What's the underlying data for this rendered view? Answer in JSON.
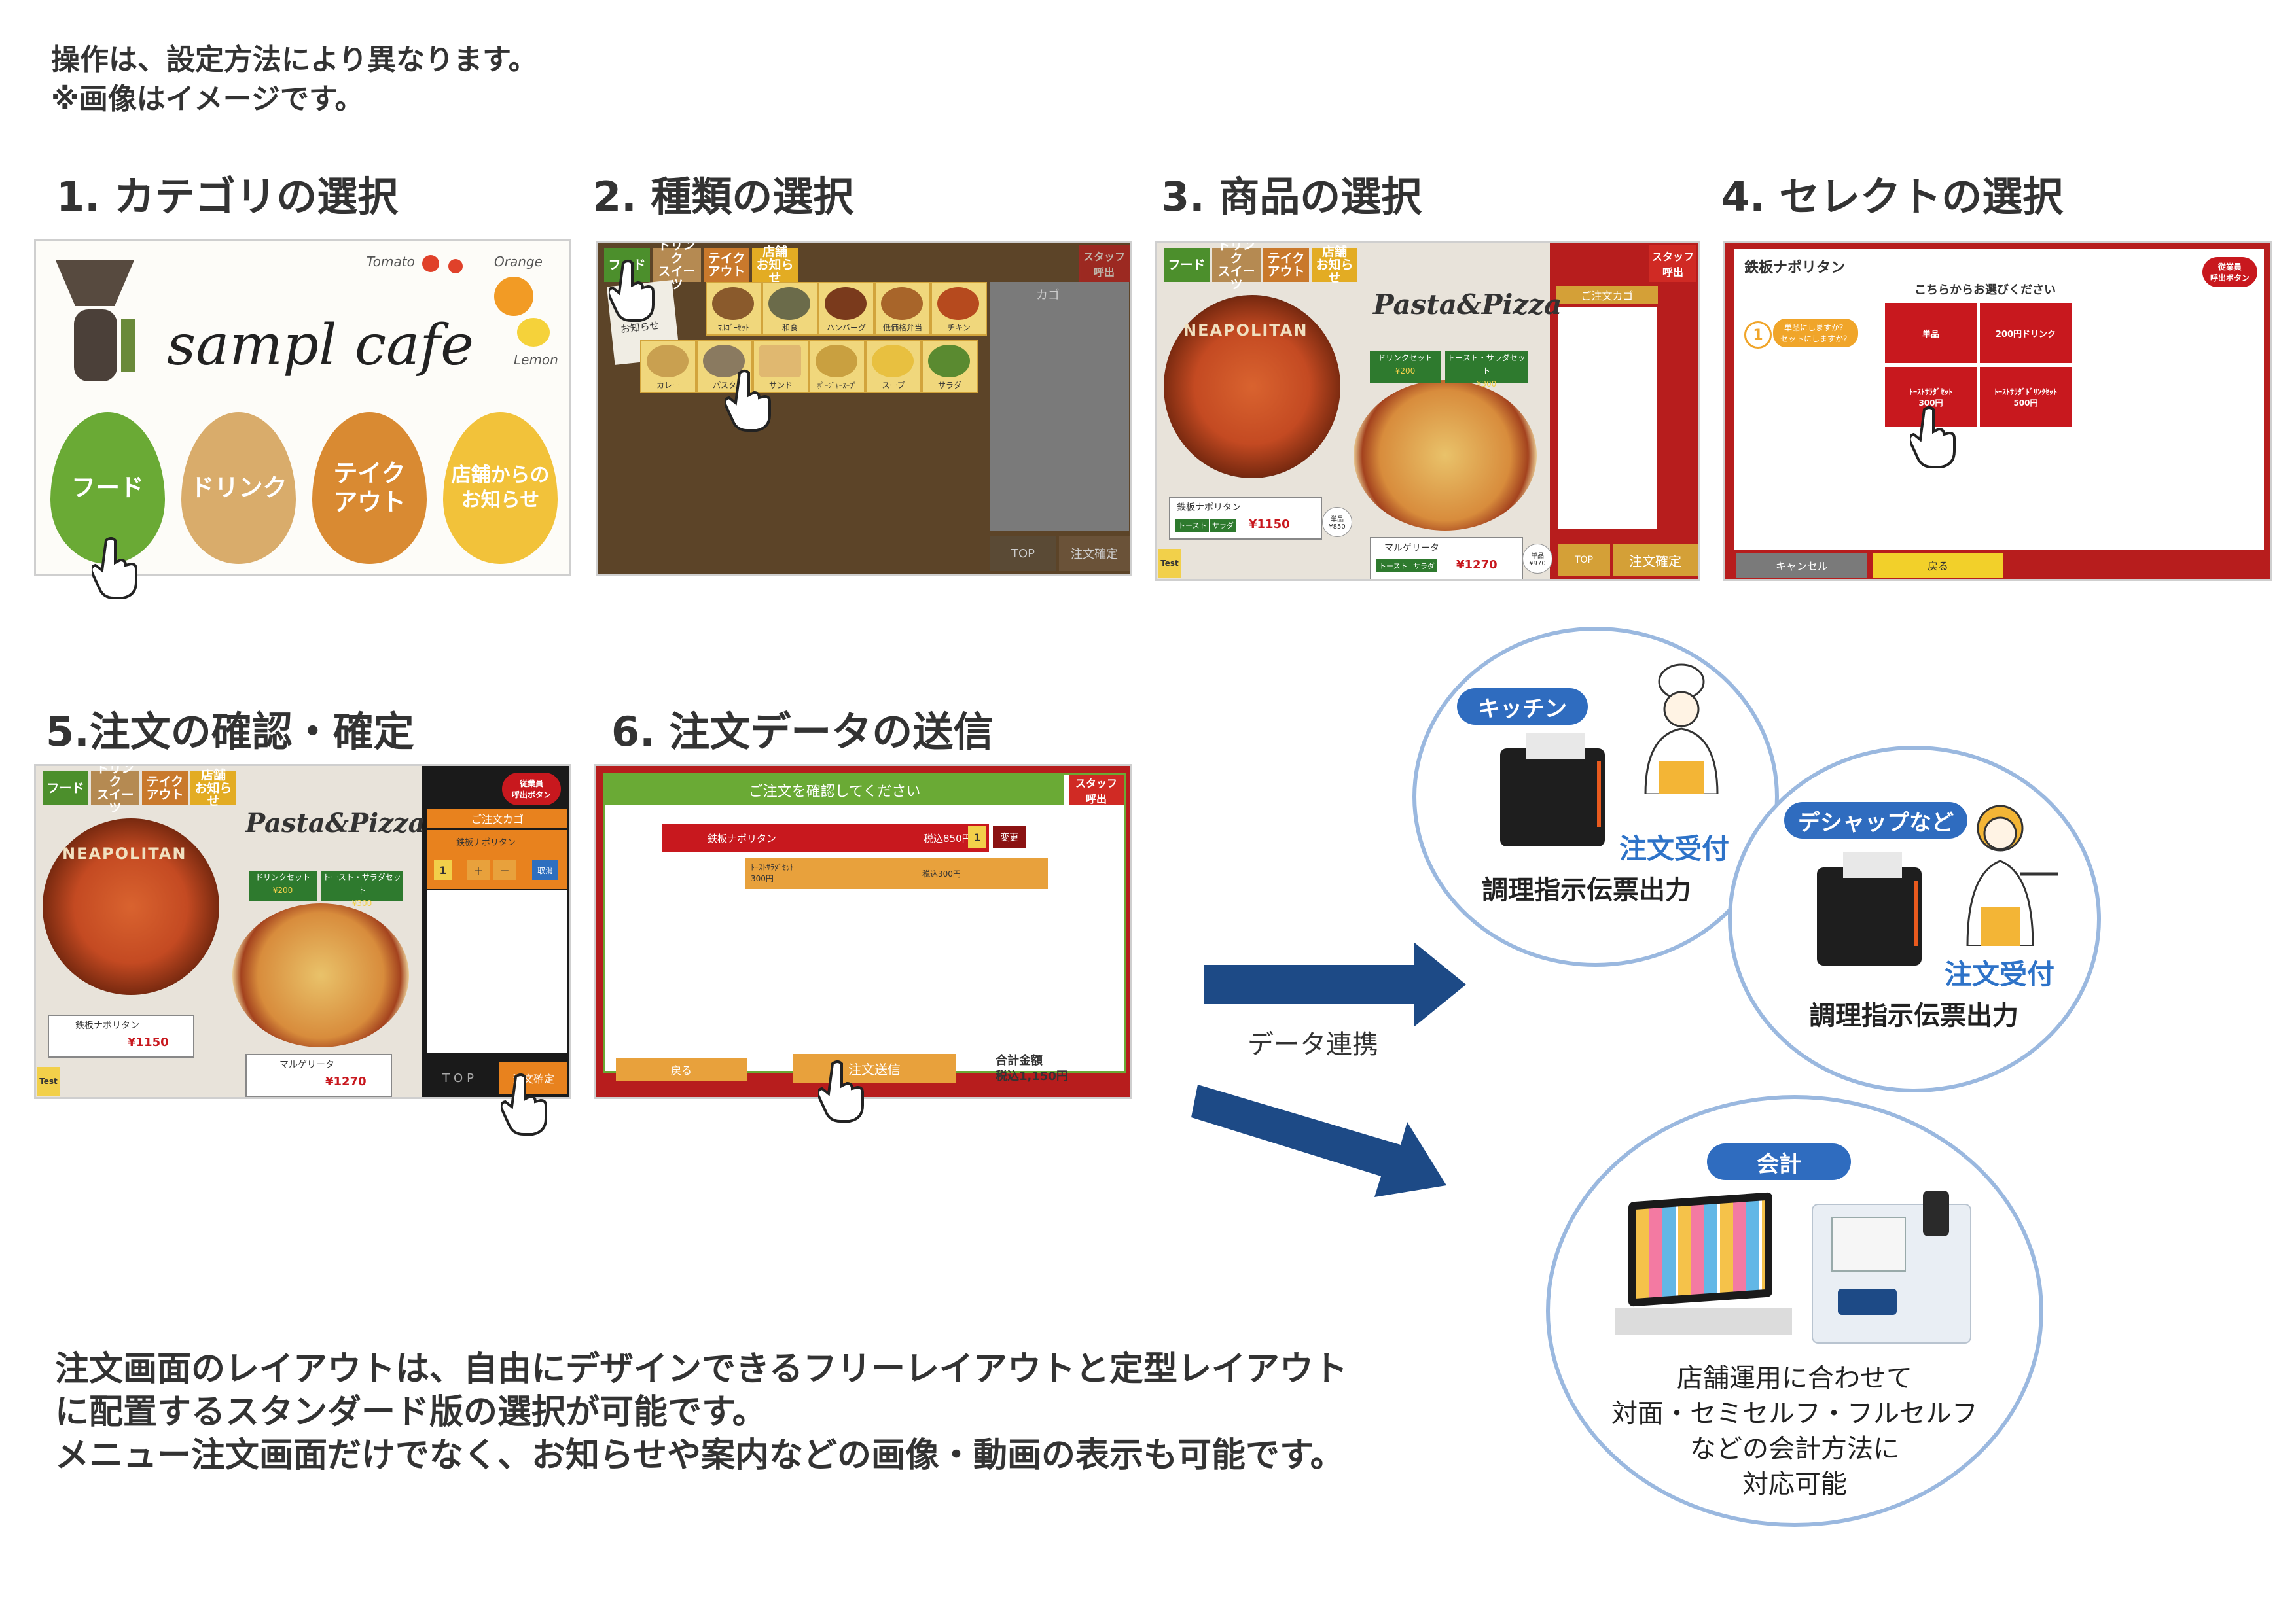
{
  "notes": [
    "操作は、設定方法により異なります。",
    "※画像はイメージです。"
  ],
  "steps": {
    "s1": "1. カテゴリの選択",
    "s2": "2. 種類の選択",
    "s3": "3. 商品の選択",
    "s4": "4. セレクトの選択",
    "s5": "5.注文の確認・確定",
    "s6": "6. 注文データの送信"
  },
  "screen1": {
    "logo": "sampl cafe",
    "fruits": [
      "Tomato",
      "Orange",
      "Lemon"
    ],
    "eggs": [
      "フード",
      "ドリンク",
      "テイク\nアウト",
      "店舗からの\nお知らせ"
    ]
  },
  "tabs": [
    "フード",
    "ドリンク\nスイーツ",
    "テイク\nアウト",
    "店舗\nお知らせ"
  ],
  "screen2": {
    "staff_call": "スタッフ\n呼出",
    "cart": "カゴ",
    "osusume": "お知らせ",
    "row1": [
      "ﾏﾙｺﾞｰｾｯﾄ",
      "和食",
      "ハンバーグ",
      "低価格弁当",
      "チキン"
    ],
    "row2": [
      "カレー",
      "パスタ",
      "サンド",
      "ﾎﾟｰｼﾞｬｰｽｰﾌﾟ",
      "スープ",
      "サラダ"
    ],
    "top": "TOP",
    "confirm": "注文確定"
  },
  "screen3": {
    "staff_call": "スタッフ\n呼出",
    "cart": "ご注文カゴ",
    "banner": "Pasta&Pizza",
    "plate_text": "NEAPOLITAN",
    "set1": "ドリンクセット",
    "set1_price": "¥200",
    "set2": "トースト・サラダセット",
    "set2_price": "¥300",
    "item1": "鉄板ナポリタン",
    "item1_price": "¥1150",
    "item1_single": "単品 ¥850",
    "item2": "マルゲリータ",
    "item2_price": "¥1270",
    "item2_single": "単品 ¥970",
    "opt1": "トースト",
    "opt2": "サラダ",
    "test": "Test",
    "top": "TOP",
    "confirm": "注文確定"
  },
  "screen4": {
    "title": "鉄板ナポリタン",
    "staff": "従業員\n呼出ボタン",
    "prompt": "こちらからお選びください",
    "question": "単品にしますか？\nセットにしますか？",
    "number": "1",
    "options": [
      "単品",
      "200円ドリンク",
      "ﾄｰｽﾄｻﾗﾀﾞｾｯﾄ\n300円",
      "ﾄｰｽﾄｻﾗﾀﾞﾄﾞﾘﾝｸｾｯﾄ\n500円"
    ],
    "cancel": "キャンセル",
    "back": "戻る"
  },
  "screen5": {
    "staff": "従業員\n呼出ボタン",
    "cart": "ご注文カゴ",
    "cart_item": "鉄板ナポリタン",
    "qty": "1",
    "plus": "＋",
    "minus": "－",
    "delete": "取消",
    "top": "TOP",
    "confirm": "注文確定"
  },
  "screen6": {
    "header": "ご注文を確認してください",
    "staff_call": "スタッフ\n呼出",
    "item": "鉄板ナポリタン",
    "item_price": "税込850円",
    "qty": "1",
    "change": "変更",
    "sub": "ﾄｰｽﾄｻﾗﾀﾞｾｯﾄ\n300円",
    "sub_price": "税込300円",
    "back": "戻る",
    "send": "注文送信",
    "total_label": "合計金額",
    "total": "税込1,150円"
  },
  "flow": {
    "link_label": "データ連携",
    "kitchen": "キッチン",
    "dessert": "デシャップなど",
    "order_accept": "注文受付",
    "print_label": "調理指示伝票出力",
    "accounting": "会計",
    "accounting_text": [
      "店舗運用に合わせて",
      "対面・セミセルフ・フルセルフ",
      "などの会計方法に",
      "対応可能"
    ]
  },
  "bottom_text": [
    "注文画面のレイアウトは、自由にデザインできるフリーレイアウトと定型レイアウト",
    "に配置するスタンダード版の選択が可能です。",
    "メニュー注文画面だけでなく、お知らせや案内などの画像・動画の表示も可能です。"
  ],
  "colors": {
    "navy_arrow": "#1d4a86",
    "circle_border": "#9ab8df",
    "pill_blue": "#2f6cbf",
    "accent_red": "#c8181e",
    "egg_green": "#6aaa35",
    "egg_tan": "#d9ac6b",
    "egg_orange": "#d98a32",
    "egg_yellow": "#f2c23a"
  }
}
